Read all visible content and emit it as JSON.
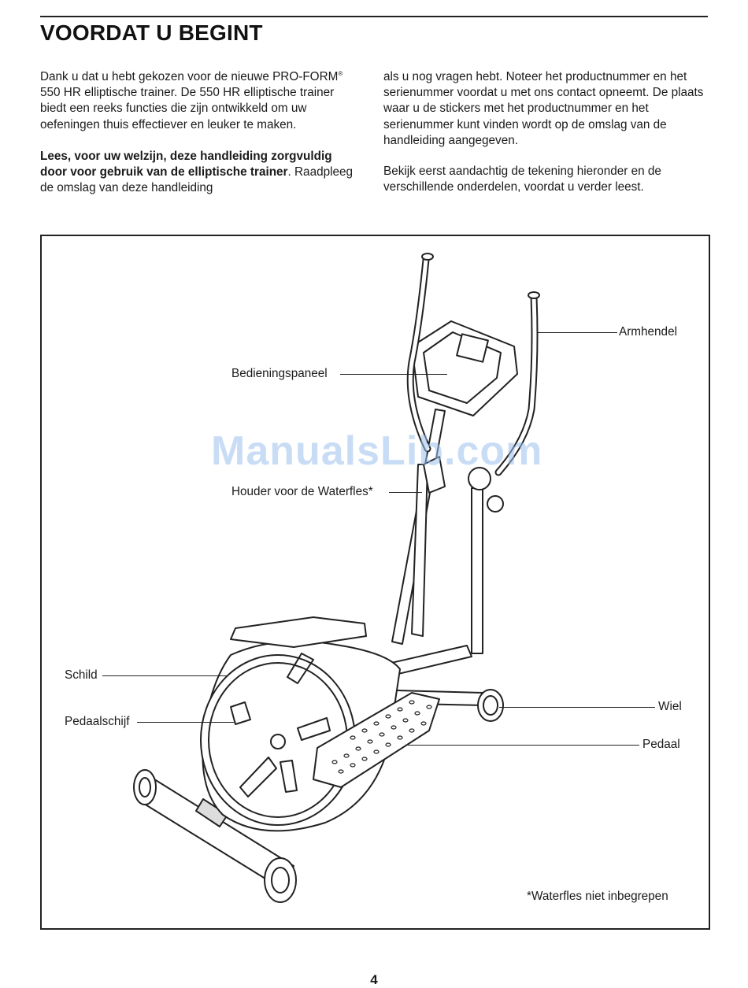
{
  "heading": "VOORDAT U BEGINT",
  "intro": {
    "p1_a": "Dank u dat u hebt gekozen voor de nieuwe PRO-FORM",
    "p1_reg": "®",
    "p1_b": " 550 HR elliptische trainer. De 550 HR elliptische trainer biedt een reeks functies die zijn ontwikkeld om uw oefeningen thuis effectiever en leuker te maken.",
    "p2_bold": "Lees, voor uw welzijn, deze handleiding zorgvuldig door voor gebruik van de elliptische trainer",
    "p2_rest": ". Raadpleeg de omslag van deze handleiding als u nog vragen hebt. Noteer het productnummer en het serienummer voordat u met ons contact opneemt. De plaats waar u de stickers met het productnummer en het serienummer kunt vinden wordt op de omslag van de handleiding aangegeven.",
    "p3": "Bekijk eerst aandachtig de tekening hieronder en de verschillende onderdelen, voordat u verder leest."
  },
  "labels": {
    "armhendel": "Armhendel",
    "bedieningspaneel": "Bedieningspaneel",
    "houder": "Houder voor de Waterfles*",
    "schild": "Schild",
    "pedaalschijf": "Pedaalschijf",
    "wiel": "Wiel",
    "pedaal": "Pedaal"
  },
  "watermark": "ManualsLib.com",
  "footnote": "*Waterfles niet inbegrepen",
  "page_number": "4"
}
